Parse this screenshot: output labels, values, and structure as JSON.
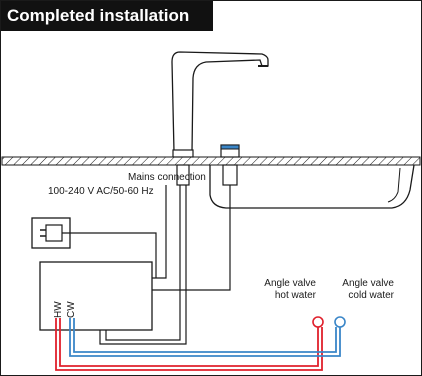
{
  "title": "Completed installation",
  "labels": {
    "mains_line1": "Mains connection",
    "mains_line2": "100-240 V AC/50-60 Hz",
    "angle_hot_line1": "Angle valve",
    "angle_hot_line2": "hot water",
    "angle_cold_line1": "Angle valve",
    "angle_cold_line2": "cold water",
    "hw": "HW",
    "cw": "CW"
  },
  "colors": {
    "hot": "#e0202c",
    "cold": "#3a86c8",
    "line": "#1a1a1a",
    "title_bg": "#111111"
  }
}
